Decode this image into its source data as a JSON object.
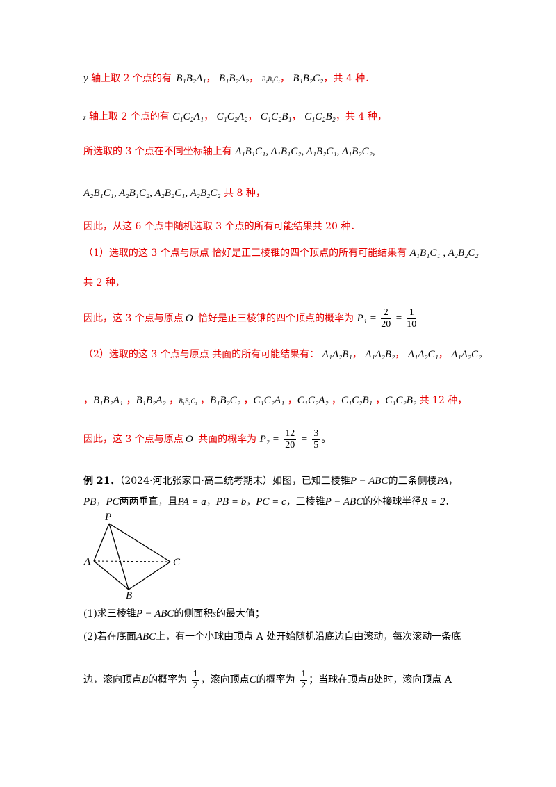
{
  "lines": {
    "l1_a": "y",
    "l1_b": " 轴上取 2 个点的有",
    "l1_sets": [
      "B₁B₂A₁",
      "B₁B₂A₂",
      "B₁B₂C₁",
      "B₁B₂C₂"
    ],
    "l1_tail": "，共 4 种．",
    "l2_a": "z",
    "l2_b": " 轴上取 2 个点的有",
    "l2_sets": [
      "C₁C₂A₁",
      "C₁C₂A₂",
      "C₁C₂B₁",
      "C₁C₂B₂"
    ],
    "l2_tail": "，共 4 种，",
    "l3": "所选取的 3 个点在不同坐标轴上有",
    "l3_sets": "A₁B₁C₁, A₁B₁C₂, A₁B₂C₁, A₁B₂C₂,",
    "l4_sets": "A₂B₁C₁, A₂B₁C₂, A₂B₂C₁, A₂B₂C₂",
    "l4_tail": " 共 8 种，",
    "l5": "因此，从这 6 个点中随机选取 3 个点的所有可能结果共 20 种．",
    "l6": "（1）选取的这 3 个点与原点  恰好是正三棱锥的四个顶点的所有可能结果有",
    "l6_sets": "A₁B₁C₁ , A₂B₂C₂",
    "l7": "共 2 种，",
    "l8": "因此，这 3 个点与原点",
    "l8_o": "O",
    "l8_b": " 恰好是正三棱锥的四个顶点的概率为",
    "l8_p": "P₁ =",
    "l8_f1n": "2",
    "l8_f1d": "20",
    "l8_f2n": "1",
    "l8_f2d": "10",
    "l9": "（2）选取的这 3 个点与原点  共面的所有可能结果有：",
    "l9_sets": [
      "A₁A₂B₁",
      "A₁A₂B₂",
      "A₁A₂C₁",
      "A₁A₂C₂"
    ],
    "l10_sets": [
      "B₁B₂A₁",
      "B₁B₂A₂",
      "B₁B₂C₁",
      "B₁B₂C₂",
      "C₁C₂A₁",
      "C₁C₂A₂",
      "C₁C₂B₁",
      "C₁C₂B₂"
    ],
    "l10_tail": "共 12 种，",
    "l11": "因此，这 3 个点与原点",
    "l11_o": "O",
    "l11_b": " 共面的概率为",
    "l11_p": "P₂ =",
    "l11_f1n": "12",
    "l11_f1d": "20",
    "l11_f2n": "3",
    "l11_f2d": "5",
    "l11_end": "。"
  },
  "example": {
    "label": "例 21．",
    "p1a": "（2024·河北张家口·高二统考期末）如图，已知三棱锥",
    "p1m1": "P − ABC",
    "p1b": "的三条侧棱",
    "p1m2": "PA",
    "p1c": "，",
    "p2m1": "PB",
    "p2a": "，",
    "p2m2": "PC",
    "p2b": "两两垂直，且",
    "p2m3": "PA = a",
    "p2c": "，",
    "p2m4": "PB = b",
    "p2d": "，",
    "p2m5": "PC = c",
    "p2e": "，三棱锥",
    "p2m6": "P − ABC",
    "p2f": "的外接球半径",
    "p2m7": "R = 2",
    "p2g": "．",
    "fig_labels": {
      "P": "P",
      "A": "A",
      "B": "B",
      "C": "C"
    },
    "q1a": "(1)求三棱锥",
    "q1m": "P − ABC",
    "q1b": "的侧面积",
    "q1s": "S",
    "q1c": "的最大值；",
    "q2a": "(2)若在底面",
    "q2m": "ABC",
    "q2b": "上，有一个小球由顶点 A 处开始随机沿底边自由滚动，每次滚动一条底",
    "q3a": "边，滚向顶点",
    "q3m1": "B",
    "q3b": "的概率为",
    "q3fn": "1",
    "q3fd": "2",
    "q3c": "，滚向顶点",
    "q3m2": "C",
    "q3d": "的概率为",
    "q3e": "；当球在顶点",
    "q3m3": "B",
    "q3f": "处时，滚向顶点 A"
  }
}
